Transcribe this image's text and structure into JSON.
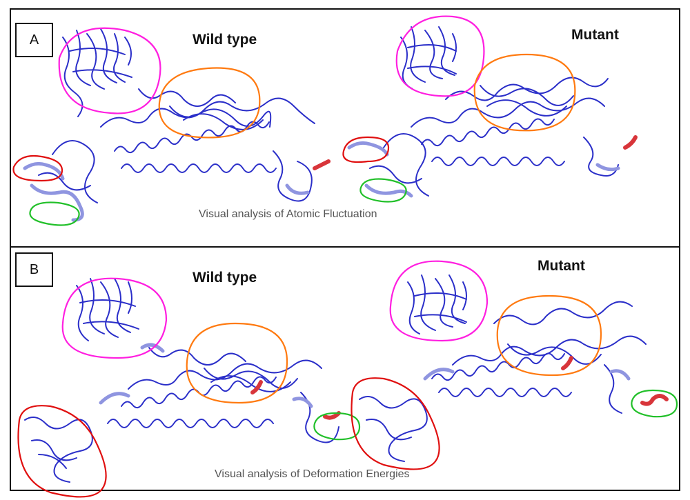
{
  "panels": [
    {
      "letter": "A",
      "left_title": "Wild type",
      "right_title": "Mutant",
      "caption": "Visual analysis of Atomic Fluctuation"
    },
    {
      "letter": "B",
      "left_title": "Wild type",
      "right_title": "Mutant",
      "caption": "Visual analysis of Deformation Energies"
    }
  ],
  "colors": {
    "backbone": "#2b2fc9",
    "backbone_light": "#8f95e0",
    "highlight_magenta": "#ff1fe0",
    "highlight_orange": "#ff7a10",
    "highlight_red": "#e01010",
    "highlight_green": "#22c02a",
    "hotspot": "#d8353a"
  }
}
